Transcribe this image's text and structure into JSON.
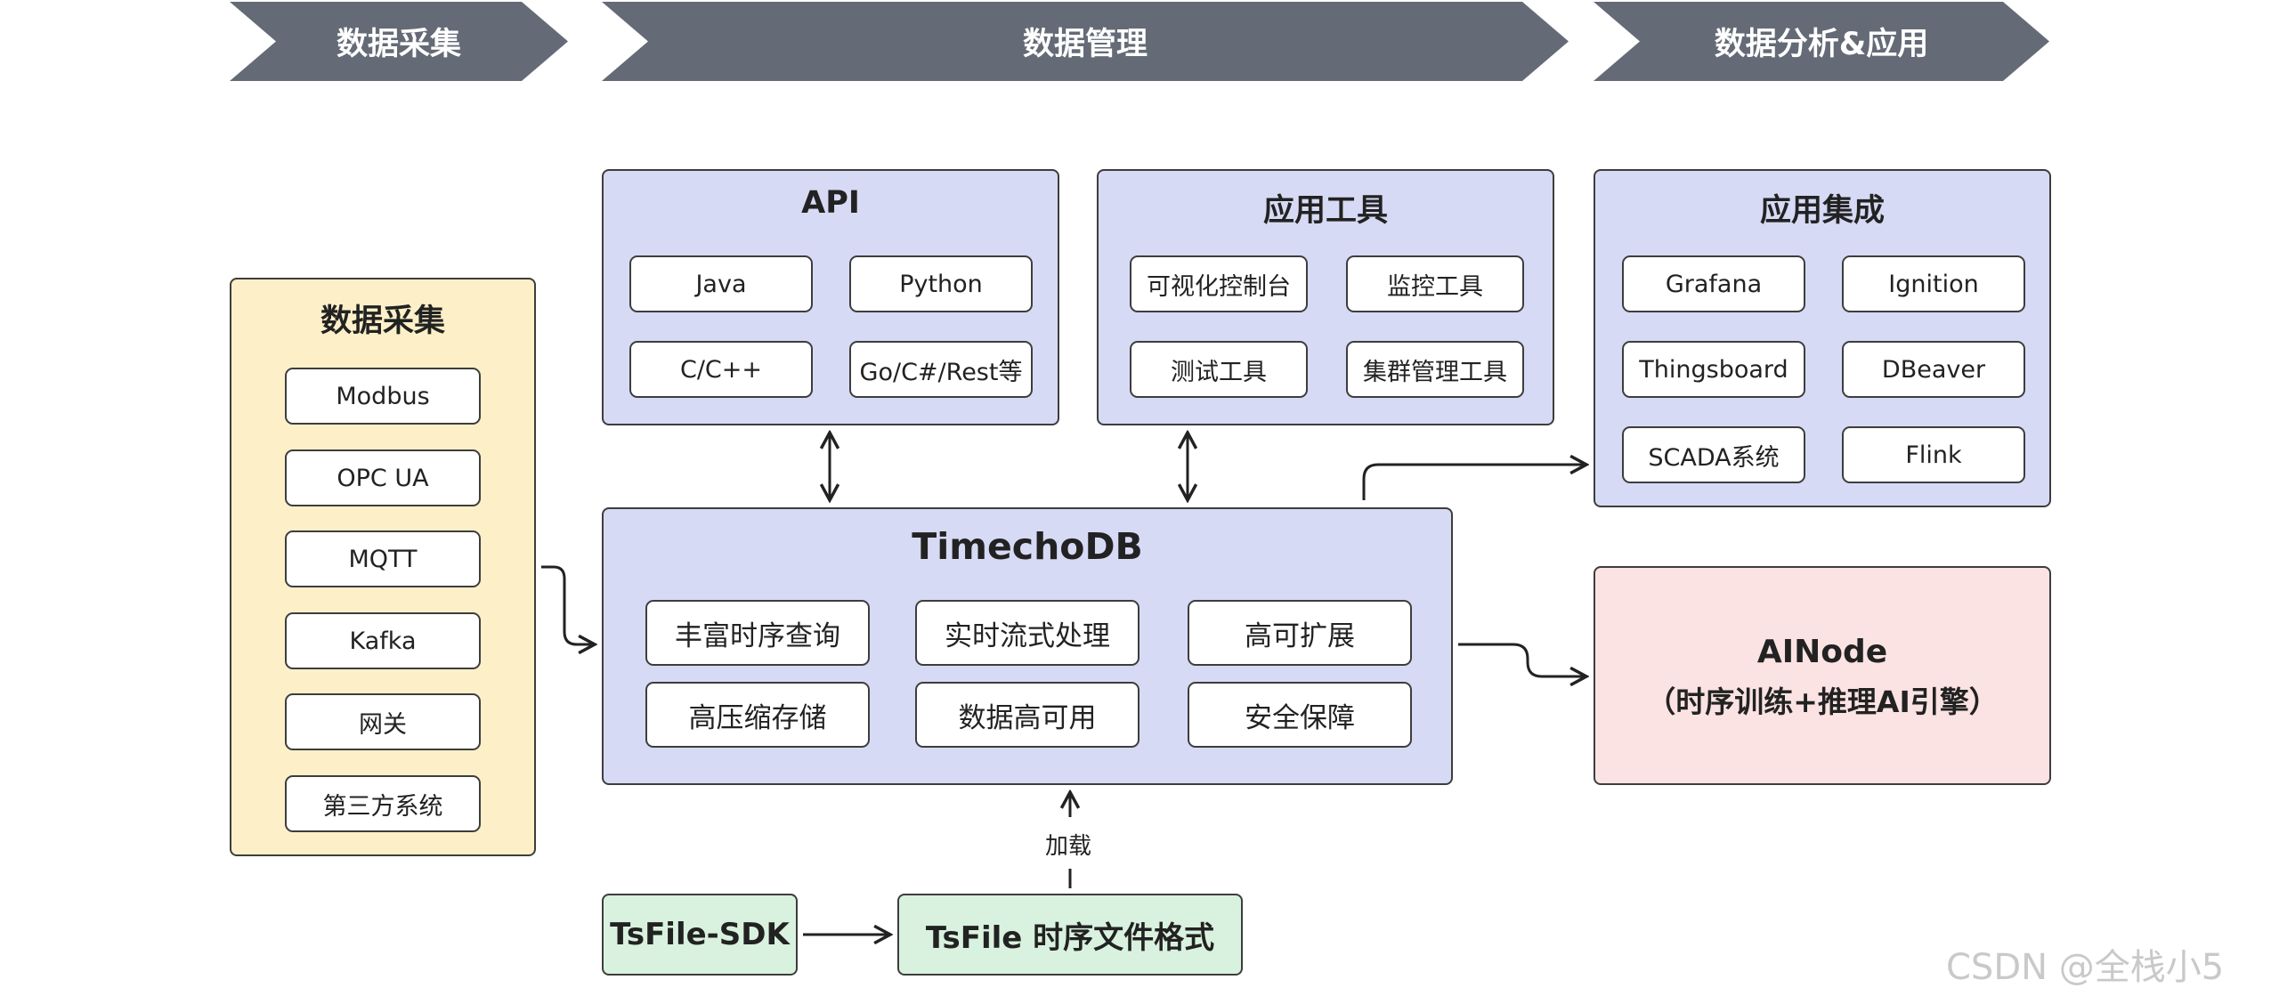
{
  "banners": {
    "collection": "数据采集",
    "management": "数据管理",
    "analysis": "数据分析&应用"
  },
  "collection_panel": {
    "title": "数据采集",
    "items": [
      "Modbus",
      "OPC UA",
      "MQTT",
      "Kafka",
      "网关",
      "第三方系统"
    ]
  },
  "api_panel": {
    "title": "API",
    "items": [
      "Java",
      "Python",
      "C/C++",
      "Go/C#/Rest等"
    ]
  },
  "tools_panel": {
    "title": "应用工具",
    "items": [
      "可视化控制台",
      "监控工具",
      "测试工具",
      "集群管理工具"
    ]
  },
  "integration_panel": {
    "title": "应用集成",
    "items": [
      "Grafana",
      "Ignition",
      "Thingsboard",
      "DBeaver",
      "SCADA系统",
      "Flink"
    ]
  },
  "core_panel": {
    "title": "TimechoDB",
    "items": [
      "丰富时序查询",
      "实时流式处理",
      "高可扩展",
      "高压缩存储",
      "数据高可用",
      "安全保障"
    ]
  },
  "ainode": {
    "title": "AINode",
    "subtitle": "（时序训练+推理AI引擎）"
  },
  "tsfile_sdk": "TsFile-SDK",
  "tsfile_format": "TsFile 时序文件格式",
  "load_label": "加载",
  "watermark": "CSDN @全栈小5",
  "colors": {
    "banner": "#646b76",
    "blue_panel": "#d7daf4",
    "yellow_panel": "#fdf0c8",
    "pink_panel": "#fbe3e3",
    "green_panel": "#d9f2df"
  }
}
